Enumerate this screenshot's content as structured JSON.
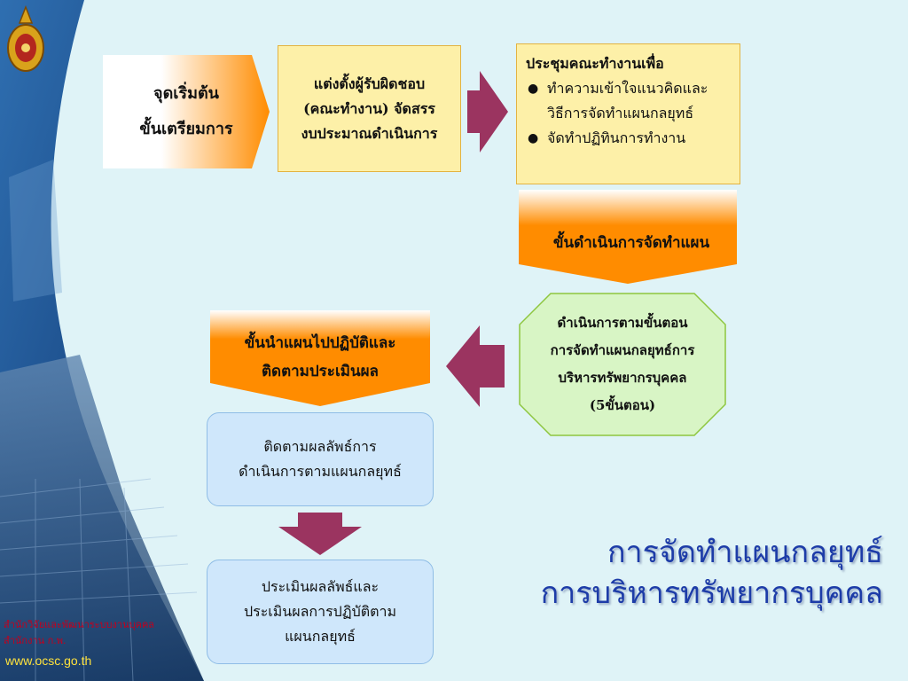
{
  "start_label": [
    "จุดเริ่มต้น",
    "ขั้นเตรียมการ"
  ],
  "box1_text": "แต่งตั้งผู้รับผิดชอบ\n(คณะทำงาน) จัดสรร\nงบประมาณดำเนินการ",
  "box2": {
    "heading": "ประชุมคณะทำงานเพื่อ",
    "bullets": [
      "ทำความเข้าใจแนวคิดและ\nวิธีการจัดทำแผนกลยุทธ์",
      "จัดทำปฏิทินการทำงาน"
    ]
  },
  "stage2_label": "ขั้นดำเนินการจัดทำแผน",
  "octagon_text": "ดำเนินการตามขั้นตอน\nการจัดทำแผนกลยุทธ์การ\nบริหารทรัพยากรบุคคล\n(5ขั้นตอน)",
  "stage3_label": "ขั้นนำแผนไปปฏิบัติและ\nติดตามประเมินผล",
  "blue1_text": "ติดตามผลลัพธ์การ\nดำเนินการตามแผนกลยุทธ์",
  "blue2_text": "ประเมินผลลัพธ์และ\nประเมินผลการปฏิบัติตาม\nแผนกลยุทธ์",
  "title_lines": [
    "การจัดทำแผนกลยุทธ์",
    "การบริหารทรัพยากรบุคคล"
  ],
  "footer": {
    "org_line1": "สำนักวิจัยและพัฒนาระบบงานบุคคล",
    "org_line2": "สำนักงาน ก.พ.",
    "url": "www.ocsc.go.th"
  },
  "colors": {
    "orange": "#ff8c00",
    "arrow": "#9b3460",
    "yellow_box": "#fdf0a8",
    "blue_box": "#cfe7fb",
    "octagon": "#d8f5c5",
    "title": "#1d3ca8"
  },
  "icons": [
    "emblem-icon",
    "arrow-right-icon",
    "arrow-left-icon",
    "arrow-down-icon"
  ]
}
